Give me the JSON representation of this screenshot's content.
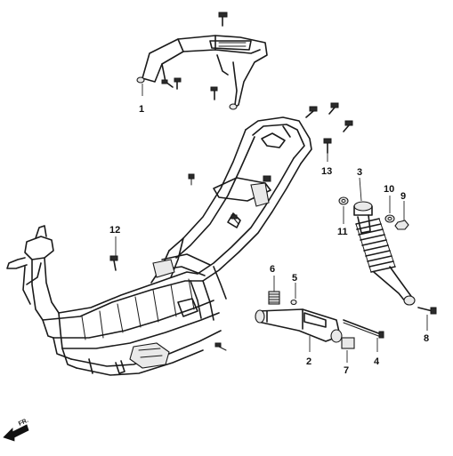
{
  "diagram": {
    "parts": [
      {
        "id": "1",
        "label": "1",
        "part": "rear-carrier"
      },
      {
        "id": "2",
        "label": "2",
        "part": "engine-hanger-link"
      },
      {
        "id": "3",
        "label": "3",
        "part": "rear-shock-absorber"
      },
      {
        "id": "4",
        "label": "4",
        "part": "engine-hanger-bolt"
      },
      {
        "id": "5",
        "label": "5",
        "part": "washer"
      },
      {
        "id": "6",
        "label": "6",
        "part": "spring"
      },
      {
        "id": "7",
        "label": "7",
        "part": "collar"
      },
      {
        "id": "8",
        "label": "8",
        "part": "shock-bolt"
      },
      {
        "id": "9",
        "label": "9",
        "part": "nut"
      },
      {
        "id": "10",
        "label": "10",
        "part": "washer"
      },
      {
        "id": "11",
        "label": "11",
        "part": "rubber-bush"
      },
      {
        "id": "12",
        "label": "12",
        "part": "bolt"
      },
      {
        "id": "13",
        "label": "13",
        "part": "bolt"
      }
    ],
    "direction_marker": "FR."
  }
}
